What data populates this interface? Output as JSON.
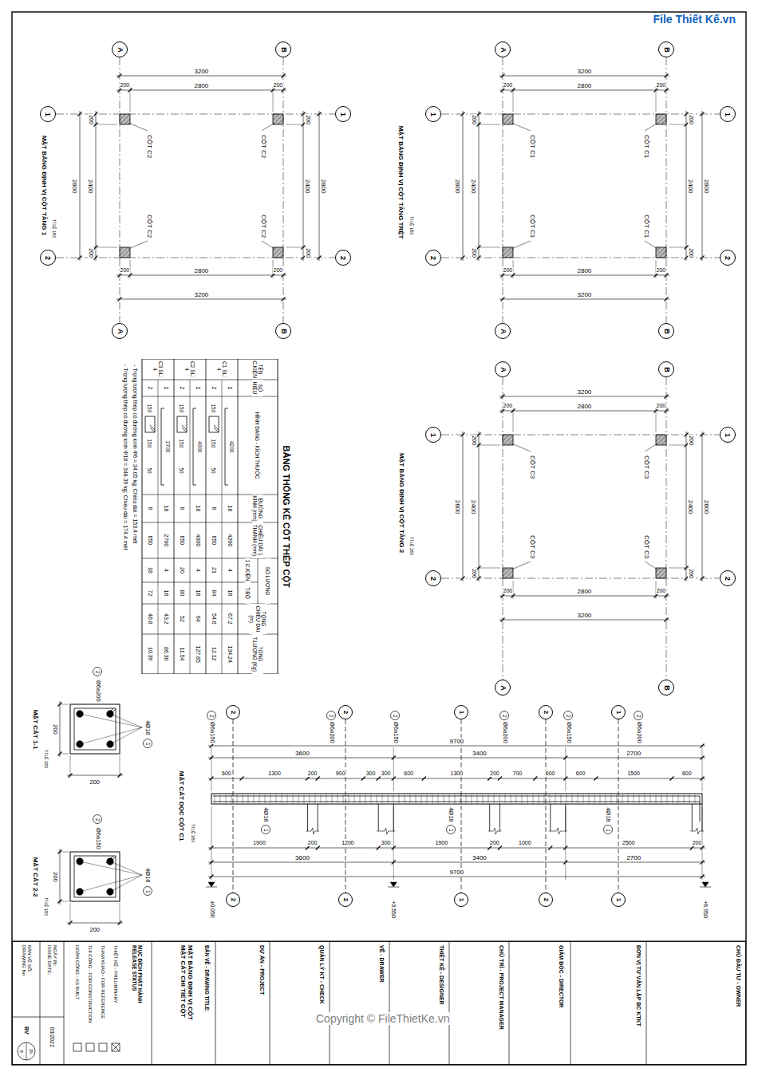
{
  "diagram": {
    "nodes": [
      {
        "text": [
          "A"
        ]
      },
      {
        "text": [
          "B"
        ]
      },
      {
        "text": [
          "1"
        ]
      },
      {
        "text": [
          "1"
        ]
      },
      {
        "text": [
          "2"
        ]
      },
      {
        "text": [
          "2"
        ]
      },
      {
        "text": [
          "A"
        ]
      },
      {
        "text": [
          "B"
        ]
      },
      {
        "text": [
          "A"
        ]
      },
      {
        "text": [
          "B"
        ]
      },
      {
        "text": [
          "1"
        ]
      },
      {
        "text": [
          "1"
        ]
      },
      {
        "text": [
          "2"
        ]
      },
      {
        "text": [
          "2"
        ]
      },
      {
        "text": [
          "A"
        ]
      },
      {
        "text": [
          "B"
        ]
      },
      {
        "text": [
          "A"
        ]
      },
      {
        "text": [
          "B"
        ]
      },
      {
        "text": [
          "1"
        ]
      },
      {
        "text": [
          "1"
        ]
      },
      {
        "text": [
          "2"
        ]
      },
      {
        "text": [
          "2"
        ]
      },
      {
        "text": [
          "A"
        ]
      },
      {
        "text": [
          "B"
        ]
      },
      {
        "text": [
          "2"
        ]
      },
      {
        "text": [
          "2"
        ]
      },
      {
        "text": [
          "1"
        ]
      },
      {
        "text": [
          "2"
        ]
      },
      {
        "text": [
          "1"
        ]
      },
      {
        "text": [
          "2"
        ]
      },
      {
        "text": [
          "2"
        ]
      },
      {
        "text": [
          "1"
        ]
      },
      {
        "text": [
          "2"
        ]
      },
      {
        "text": [
          "1"
        ]
      }
    ],
    "edges": [
      {
        "from": 0,
        "to": 6,
        "arrow": "none"
      },
      {
        "from": 1,
        "to": 7,
        "arrow": "none"
      },
      {
        "from": 2,
        "to": 3,
        "arrow": "none"
      },
      {
        "from": 4,
        "to": 5,
        "arrow": "none"
      },
      {
        "from": 8,
        "to": 14,
        "arrow": "none"
      },
      {
        "from": 9,
        "to": 15,
        "arrow": "none"
      },
      {
        "from": 10,
        "to": 11,
        "arrow": "none"
      },
      {
        "from": 12,
        "to": 13,
        "arrow": "none"
      },
      {
        "from": 16,
        "to": 22,
        "arrow": "none"
      },
      {
        "from": 17,
        "to": 23,
        "arrow": "none"
      },
      {
        "from": 18,
        "to": 19,
        "arrow": "none"
      },
      {
        "from": 20,
        "to": 21,
        "arrow": "none"
      },
      {
        "from": 24,
        "to": 29,
        "arrow": "none"
      },
      {
        "from": 25,
        "to": 30,
        "arrow": "none"
      },
      {
        "from": 26,
        "to": 31,
        "arrow": "none"
      },
      {
        "from": 27,
        "to": 32,
        "arrow": "none"
      },
      {
        "from": 28,
        "to": 33,
        "arrow": "none"
      }
    ],
    "labels": [
      "MẶT BẰNG ĐỊNH VỊ CỘT TẦNG 1",
      "TỈ LỆ 1/50",
      "3200",
      "200",
      "2800",
      "200",
      "200",
      "2400",
      "200",
      "2800",
      "200",
      "2400",
      "200",
      "2800",
      "200",
      "2800",
      "200",
      "3200",
      "CỘT C2",
      "CỘT C2",
      "CỘT C2",
      "CỘT C2",
      "MẶT BẰNG ĐỊNH VỊ CỘT TẦNG TRỆT",
      "TỈ LỆ 1/50",
      "3200",
      "200",
      "2800",
      "200",
      "200",
      "2400",
      "200",
      "2800",
      "200",
      "2400",
      "200",
      "2800",
      "200",
      "2800",
      "200",
      "3200",
      "CỘT C1",
      "CỘT C1",
      "CỘT C1",
      "CỘT C1",
      "MẶT BẰNG ĐỊNH VỊ CỘT TẦNG 2",
      "TỈ LỆ 1/50",
      "3200",
      "200",
      "2800",
      "200",
      "200",
      "2400",
      "200",
      "2800",
      "200",
      "2400",
      "200",
      "2800",
      "200",
      "2800",
      "200",
      "3200",
      "CỘT C3",
      "CỘT C3",
      "CỘT C3",
      "CỘT C3",
      "BẢNG THỐNG KÊ CỐT THÉP CỘT",
      "TÊN C.KIỆN",
      "SỐ HIỆU",
      "HÌNH DẠNG - KÍCH THƯỚC",
      "ĐƯỜNG KÍNH (mm)",
      "CHIỀU DÀI 1 THANH (mm)",
      "SỐ LƯỢNG",
      "1 C.KIỆN",
      "T.BỘ",
      "TỔNG CHIỀU DÀI (m)",
      "TỔNG T.LƯỢNG (Kg)",
      "C1 SL: 4",
      "1",
      "4200",
      "18",
      "4200",
      "4",
      "16",
      "67.2",
      "134.24",
      "2",
      "150",
      "150",
      "50",
      "6",
      "650",
      "21",
      "84",
      "54.6",
      "12.12",
      "C2 SL: 4",
      "1",
      "4000",
      "18",
      "4000",
      "4",
      "16",
      "64",
      "127.85",
      "2",
      "150",
      "150",
      "50",
      "6",
      "650",
      "20",
      "80",
      "52",
      "11.54",
      "C3 SL: 4",
      "1",
      "2700",
      "18",
      "2700",
      "4",
      "16",
      "43.2",
      "86.30",
      "2",
      "150",
      "150",
      "50",
      "6",
      "650",
      "18",
      "72",
      "46.8",
      "10.39",
      "- Trọng lượng thép có đường kính Φ6 = 34.05 kg; Chiều dài = 153.4 mét",
      "- Trọng lượng thép có đường kính Φ18 = 348.39 kg; Chiều dài = 174.4 mét",
      "MẶT CẮT DỌC CỘT C1",
      "TỈ LỆ 1/50",
      "2",
      "Ø6a150",
      "2",
      "Ø6a200",
      "2",
      "Ø6a150",
      "2",
      "Ø6a200",
      "2",
      "Ø6a150",
      "2",
      "Ø6a200",
      "9700",
      "3600",
      "3400",
      "2700",
      "600",
      "1300",
      "200",
      "900",
      "300",
      "300",
      "600",
      "1300",
      "200",
      "700",
      "600",
      "600",
      "1500",
      "600",
      "4Ø18",
      "1",
      "4Ø18",
      "1",
      "4Ø18",
      "1",
      "1900",
      "200",
      "1200",
      "300",
      "1900",
      "200",
      "1000",
      "2500",
      "200",
      "3600",
      "3400",
      "2700",
      "9700",
      "±0.050",
      "+3.550",
      "+6.950",
      "2",
      "Ø6a200",
      "4Ø18",
      "1",
      "200",
      "200",
      "MẶT CẮT 1-1",
      "TỈ LỆ 1/20",
      "2",
      "Ø6a150",
      "4Ø18",
      "1",
      "200",
      "200",
      "MẶT CẮT 2-2",
      "TỈ LỆ 1/20",
      "CHỦ ĐẦU TƯ - OWNER",
      "ĐƠN VỊ TƯ VẤN LẬP BC KTKT",
      "GIÁM ĐỐC - DIRECTOR",
      "CHỦ TRÌ - PROJECT MANAGER",
      "THIẾT KẾ - DESIGNER",
      "VẼ - DRAWER",
      "QUẢN LÝ KT - CHECK",
      "DỰ ÁN - PROJECT",
      "BẢN VẼ - DRAWING TITLE:",
      "MẶT BẰNG ĐỊNH VỊ CỘT MẶT CẮT CHI TIẾT CỘT",
      "MỤC ĐÍCH PHÁT HÀNH RELEASE STATUS",
      "THIẾT KẾ - PRELIMINARY",
      "THAM KHẢO - FOR REFERENCE",
      "THI CÔNG - FOR CONSTRUCTION",
      "HOÀN CÔNG - AS BUILT",
      "NGÀY IN: ISSUE DATE:",
      "03/2021",
      "BẢN VẼ SỐ: DRAWING No",
      "BV",
      "15",
      "8",
      "File Thiết Kế.vn",
      "Copyright © FileThietKe.vn"
    ]
  }
}
